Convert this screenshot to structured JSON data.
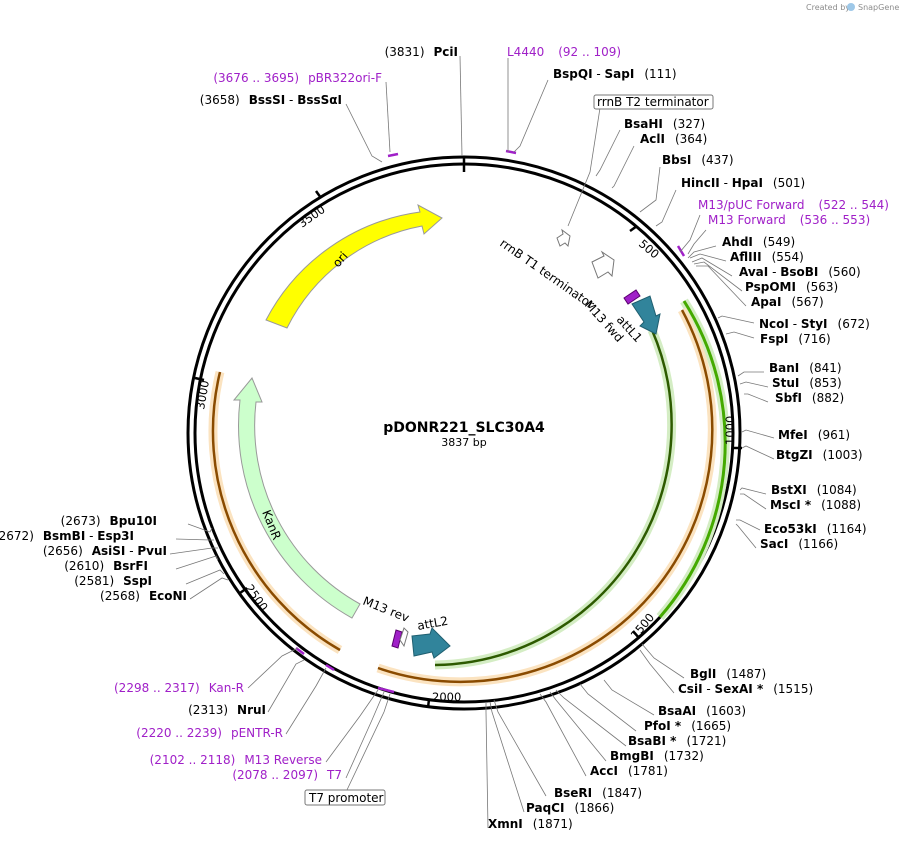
{
  "credit": {
    "prefix": "Created by",
    "brand": "SnapGene"
  },
  "plasmid": {
    "name": "pDONR221_SLC30A4",
    "size": "3837 bp",
    "length": 3837
  },
  "ticks": [
    "500",
    "1000",
    "1500",
    "2000",
    "2500",
    "3000",
    "3500"
  ],
  "sites_right": [
    {
      "parts": [
        "L4440"
      ],
      "pos": "(92 .. 109)",
      "primer": true
    },
    {
      "parts": [
        "BspQI",
        "SapI"
      ],
      "pos": "(111)"
    },
    {
      "parts": [
        "BsaHI"
      ],
      "pos": "(327)"
    },
    {
      "parts": [
        "AclI"
      ],
      "pos": "(364)"
    },
    {
      "parts": [
        "BbsI"
      ],
      "pos": "(437)"
    },
    {
      "parts": [
        "HincII",
        "HpaI"
      ],
      "pos": "(501)"
    },
    {
      "parts": [
        "M13/pUC Forward"
      ],
      "pos": "(522 .. 544)",
      "primer": true
    },
    {
      "parts": [
        "M13 Forward"
      ],
      "pos": "(536 .. 553)",
      "primer": true
    },
    {
      "parts": [
        "AhdI"
      ],
      "pos": "(549)"
    },
    {
      "parts": [
        "AflIII"
      ],
      "pos": "(554)"
    },
    {
      "parts": [
        "AvaI",
        "BsoBI"
      ],
      "pos": "(560)"
    },
    {
      "parts": [
        "PspOMI"
      ],
      "pos": "(563)"
    },
    {
      "parts": [
        "ApaI"
      ],
      "pos": "(567)"
    },
    {
      "parts": [
        "NcoI",
        "StyI"
      ],
      "pos": "(672)"
    },
    {
      "parts": [
        "FspI"
      ],
      "pos": "(716)"
    },
    {
      "parts": [
        "BanI"
      ],
      "pos": "(841)"
    },
    {
      "parts": [
        "StuI"
      ],
      "pos": "(853)"
    },
    {
      "parts": [
        "SbfI"
      ],
      "pos": "(882)"
    },
    {
      "parts": [
        "MfeI"
      ],
      "pos": "(961)"
    },
    {
      "parts": [
        "BtgZI"
      ],
      "pos": "(1003)"
    },
    {
      "parts": [
        "BstXI"
      ],
      "pos": "(1084)"
    },
    {
      "parts": [
        "MscI *"
      ],
      "pos": "(1088)"
    },
    {
      "parts": [
        "Eco53kI"
      ],
      "pos": "(1164)"
    },
    {
      "parts": [
        "SacI"
      ],
      "pos": "(1166)"
    },
    {
      "parts": [
        "BglI"
      ],
      "pos": "(1487)"
    },
    {
      "parts": [
        "CsiI",
        "SexAI *"
      ],
      "pos": "(1515)"
    },
    {
      "parts": [
        "BsaAI"
      ],
      "pos": "(1603)"
    },
    {
      "parts": [
        "PfoI *"
      ],
      "pos": "(1665)"
    },
    {
      "parts": [
        "BsaBI *"
      ],
      "pos": "(1721)"
    },
    {
      "parts": [
        "BmgBI"
      ],
      "pos": "(1732)"
    },
    {
      "parts": [
        "AccI"
      ],
      "pos": "(1781)"
    },
    {
      "parts": [
        "BseRI"
      ],
      "pos": "(1847)"
    },
    {
      "parts": [
        "PaqCI"
      ],
      "pos": "(1866)"
    },
    {
      "parts": [
        "XmnI"
      ],
      "pos": "(1871)"
    }
  ],
  "sites_left": [
    {
      "parts": [
        "PciI"
      ],
      "pos": "(3831)"
    },
    {
      "parts": [
        "pBR322ori-F"
      ],
      "pos": "(3676 .. 3695)",
      "primer": true
    },
    {
      "parts": [
        "BssSI",
        "BssSαI"
      ],
      "pos": "(3658)"
    },
    {
      "parts": [
        "Bpu10I"
      ],
      "pos": "(2673)"
    },
    {
      "parts": [
        "BsmBI",
        "Esp3I"
      ],
      "pos": "(2672)"
    },
    {
      "parts": [
        "AsiSI",
        "PvuI"
      ],
      "pos": "(2656)"
    },
    {
      "parts": [
        "BsrFI"
      ],
      "pos": "(2610)"
    },
    {
      "parts": [
        "SspI"
      ],
      "pos": "(2581)"
    },
    {
      "parts": [
        "EcoNI"
      ],
      "pos": "(2568)"
    },
    {
      "parts": [
        "Kan-R"
      ],
      "pos": "(2298 .. 2317)",
      "primer": true
    },
    {
      "parts": [
        "NruI"
      ],
      "pos": "(2313)"
    },
    {
      "parts": [
        "pENTR-R"
      ],
      "pos": "(2220 .. 2239)",
      "primer": true
    },
    {
      "parts": [
        "M13 Reverse"
      ],
      "pos": "(2102 .. 2118)",
      "primer": true
    },
    {
      "parts": [
        "T7"
      ],
      "pos": "(2078 .. 2097)",
      "primer": true
    }
  ],
  "boxed_features": {
    "rrnb_t2": "rrnB T2 terminator",
    "t7_promoter": "T7 promoter"
  },
  "features": {
    "ori": "ori",
    "kanr": "KanR",
    "rrnb_t1": "rrnB T1 terminator",
    "m13_fwd": "M13 fwd",
    "attl1": "attL1",
    "m13_rev": "M13 rev",
    "attl2": "attL2"
  },
  "colors": {
    "ori": "#ffff00",
    "kanr": "#ccffcc",
    "att": "#31849b",
    "primer": "#a020c8",
    "insert_green": "#44aa00",
    "insert_orange": "#f5c27a"
  }
}
